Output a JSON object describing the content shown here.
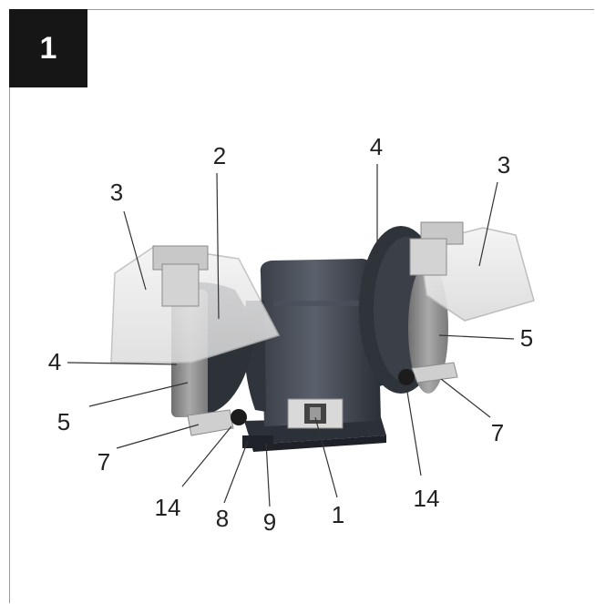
{
  "figure_number": "1",
  "callouts": {
    "c1": "1",
    "c2": "2",
    "c3_left": "3",
    "c3_right": "3",
    "c4_left": "4",
    "c4_top": "4",
    "c5_left": "5",
    "c5_right": "5",
    "c7_left": "7",
    "c7_right": "7",
    "c8": "8",
    "c9": "9",
    "c14_left": "14",
    "c14_right": "14"
  }
}
